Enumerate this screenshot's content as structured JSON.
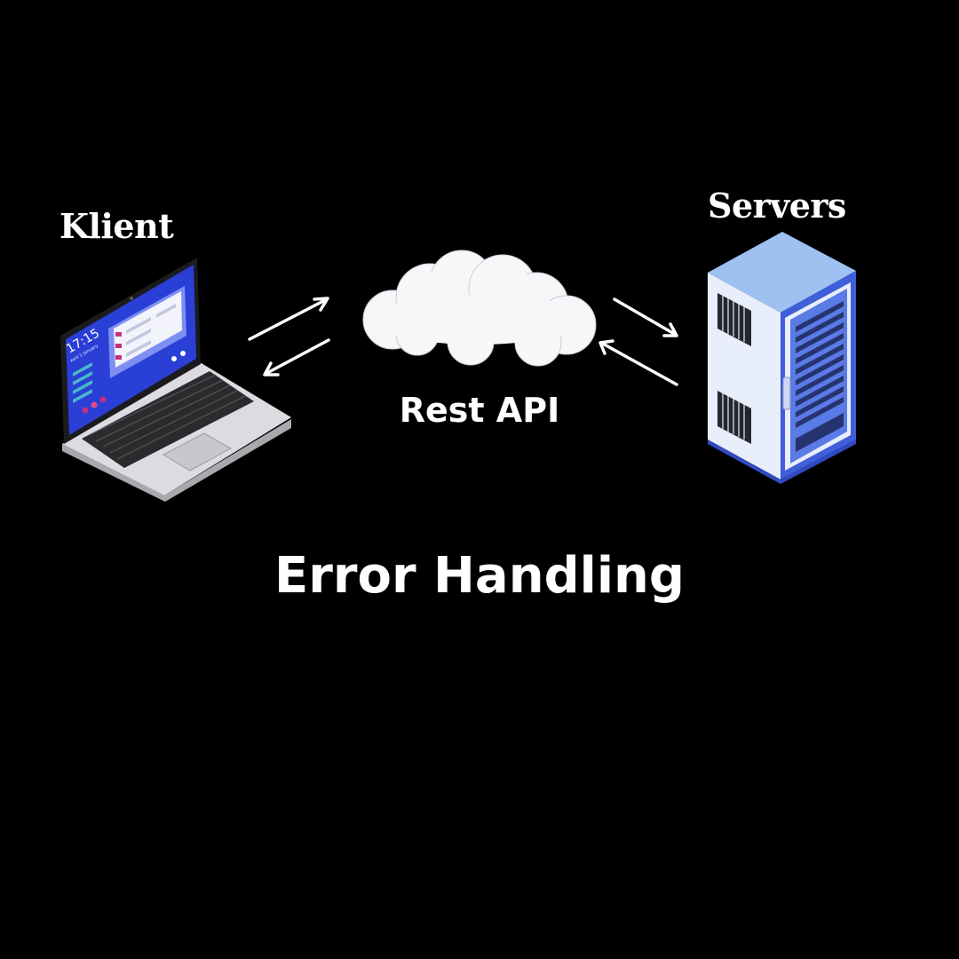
{
  "diagram": {
    "client": {
      "label": "Klient",
      "screen_time": "17:15",
      "screen_date": "wed 1 january"
    },
    "servers": {
      "label": "Servers"
    },
    "api": {
      "label": "Rest API"
    },
    "title": "Error Handling"
  },
  "colors": {
    "background": "#000000",
    "text": "#ffffff",
    "arrow": "#ffffff",
    "cloud": "#f7f7fa",
    "laptop_screen": "#2a3fd6",
    "laptop_body": "#d9d9dc",
    "server_front": "#e9eefb",
    "server_side": "#3f5fd9",
    "server_top": "#9ec1f2"
  },
  "icons": [
    "laptop-icon",
    "cloud-icon",
    "server-rack-icon",
    "arrow-icon"
  ]
}
